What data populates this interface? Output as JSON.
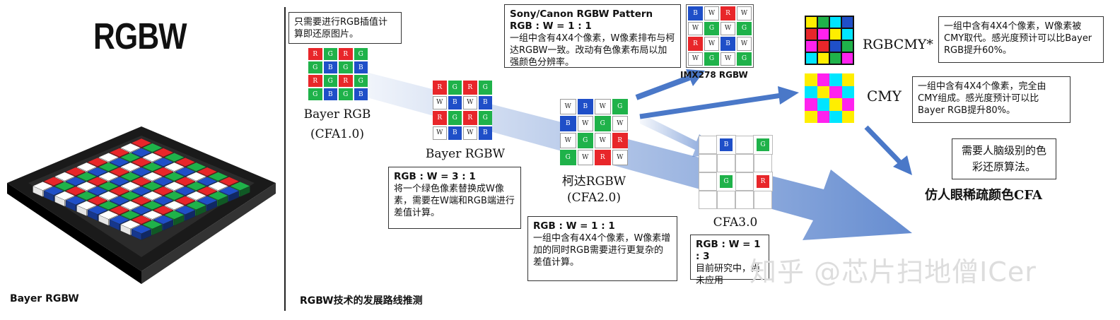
{
  "left_panel": {
    "title": "RGBW",
    "caption": "Bayer RGBW"
  },
  "right_panel": {
    "caption": "RGBW技术的发展路线推测"
  },
  "notes": {
    "top_left": "只需要进行RGB插值计算即还原图片。",
    "sony_title": "Sony/Canon RGBW Pattern",
    "sony_ratio": "RGB : W = 1 : 1",
    "sony_text": "一组中含有4X4个像素，W像素排布与柯达RGBW一致。改动有色像素布局以加强颜色分辨率。",
    "sony_sensor": "IMX278 RGBW",
    "bayer_rgbw_ratio": "RGB :  W = 3 : 1",
    "bayer_rgbw_text": "将一个绿色像素替换成W像素，需要在W端和RGB端进行差值计算。",
    "kodak_ratio": "RGB : W = 1 : 1",
    "kodak_text": "一组中含有4X4个像素，W像素增加的同时RGB需要进行更复杂的差值计算。",
    "cfa3_ratio": "RGB : W = 1 : 3",
    "cfa3_text": "目前研究中，尚未应用",
    "rgbcmy_text": "一组中含有4X4个像素，W像素被CMY取代。感光度预计可以比Bayer RGB提升60%。",
    "cmy_text": "一组中含有4X4个像素，完全由CMY组成。感光度预计可以比Bayer RGB提升80%。",
    "human_text": "需要人脑级别的色彩还原算法。"
  },
  "labels": {
    "bayer_rgb_1": "Bayer RGB",
    "bayer_rgb_2": "(CFA1.0)",
    "bayer_rgbw": "Bayer RGBW",
    "kodak_1": "柯达RGBW",
    "kodak_2": "(CFA2.0)",
    "cfa3": "CFA3.0",
    "rgbcmy": "RGBCMY*",
    "cmy": "CMY",
    "human_cfa": "仿人眼稀疏颜色CFA"
  },
  "patterns": {
    "bayer_rgb": [
      "RGRG",
      "GBGB",
      "RGRG",
      "GBGB"
    ],
    "bayer_rgbw": [
      "RGRG",
      "WBWB",
      "RGRG",
      "WBWB"
    ],
    "kodak": [
      "WBWG",
      "BWGW",
      "WGWR",
      "GWRW"
    ],
    "sony": [
      "BWRW",
      "WGWG",
      "RWBW",
      "WGWG"
    ],
    "rgbcmy": [
      "YGCB",
      "RMYC",
      "MRBG",
      "CYGM"
    ],
    "cmy": [
      "YMCY",
      "CYMC",
      "MCYM",
      "YMCY"
    ]
  },
  "colors": {
    "R": "#e8262a",
    "G": "#1fb24a",
    "B": "#1f4fc8",
    "W": "#ffffff",
    "C": "#00e5ff",
    "M": "#ff22ee",
    "Y": "#ffee00",
    "arrow": "#4a78c8"
  },
  "watermark": "知乎 @芯片扫地僧ICer"
}
